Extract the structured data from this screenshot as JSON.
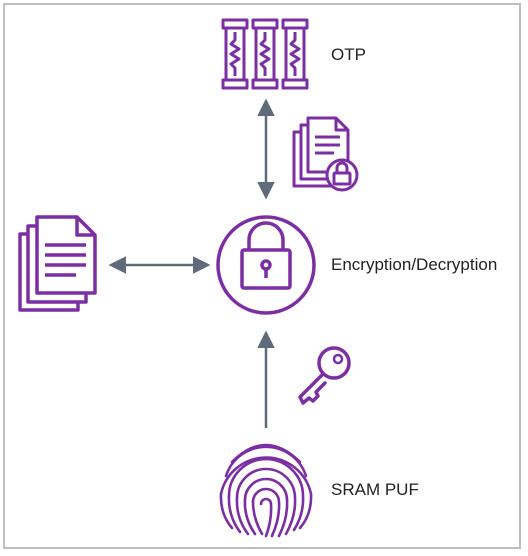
{
  "labels": {
    "otp": "OTP",
    "encryption": "Encryption/Decryption",
    "sram_puf": "SRAM PUF"
  },
  "colors": {
    "icon": "#7b2fa2",
    "arrow": "#5f6b7a",
    "text": "#222222",
    "frame": "#bdbdbd"
  },
  "icons": [
    "fuses-icon",
    "locked-documents-icon",
    "lock-circle-icon",
    "documents-icon",
    "key-icon",
    "fingerprint-icon"
  ]
}
